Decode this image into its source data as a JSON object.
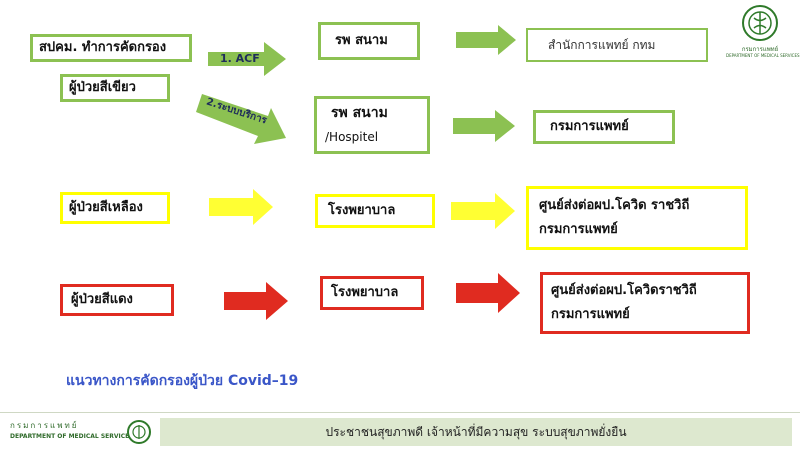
{
  "boxes": {
    "screening": "สปคม. ทำการคัดกรอง",
    "green_patient": "ผู้ป่วยสีเขียว",
    "field_hospital_1": "รพ สนาม",
    "medical_office_bkk": "สำนักการแพทย์ กทม",
    "field_hospital_2_line1": "รพ สนาม",
    "field_hospital_2_line2": "/Hospitel",
    "dept_medical_services_1": "กรมการแพทย์",
    "yellow_patient": "ผู้ป่วยสีเหลือง",
    "hospital_yellow": "โรงพยาบาล",
    "referral_yellow_line1": "ศูนย์ส่งต่อผป.โควิด  ราชวิถี",
    "referral_yellow_line2": "กรมการแพทย์",
    "red_patient": "ผู้ป่วยสีแดง",
    "hospital_red": "โรงพยาบาล",
    "referral_red_line1": "ศูนย์ส่งต่อผป.โควิดราชวิถี",
    "referral_red_line2": "กรมการแพทย์"
  },
  "arrows": {
    "acf_label": "1. ACF",
    "service_label": "2.ระบบบริการ"
  },
  "caption": "แนวทางการคัดกรองผู้ป่วย Covid–19",
  "footer": {
    "dept_thai": "กรมการแพทย์",
    "dept_english": "DEPARTMENT OF MEDICAL SERVICES",
    "slogan": "ประชาชนสุขภาพดี เจ้าหน้าที่มีความสุข ระบบสุขภาพยั่งยืน"
  },
  "header_logo": {
    "text_thai": "กรมการแพทย์",
    "text_english": "DEPARTMENT OF MEDICAL SERVICES"
  },
  "colors": {
    "green": "#8cc152",
    "yellow": "#ffff00",
    "red": "#e02b20",
    "caption_blue": "#3a56c8",
    "footer_band": "#dde8cf"
  }
}
